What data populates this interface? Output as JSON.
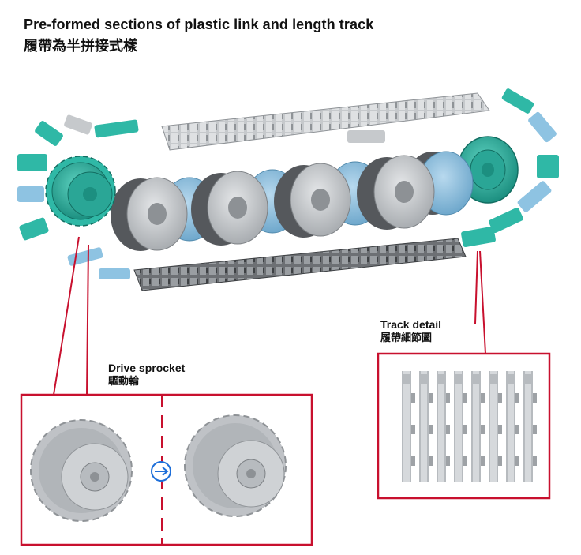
{
  "header": {
    "title_en": "Pre-formed sections of plastic link and length track",
    "title_zh": "履帶為半拼接式樣"
  },
  "callouts": {
    "track_detail": {
      "en": "Track detail",
      "zh": "履帶細節圖"
    },
    "drive_sprocket": {
      "en": "Drive sprocket",
      "zh": "驅動輪"
    }
  },
  "colors": {
    "callout_red": "#c8102e",
    "teal": "#2fb8a6",
    "light_blue": "#8ec3e2",
    "grey": "#bfc2c6",
    "dark_grey": "#55585c",
    "swap_icon": "#1e6fd9"
  }
}
